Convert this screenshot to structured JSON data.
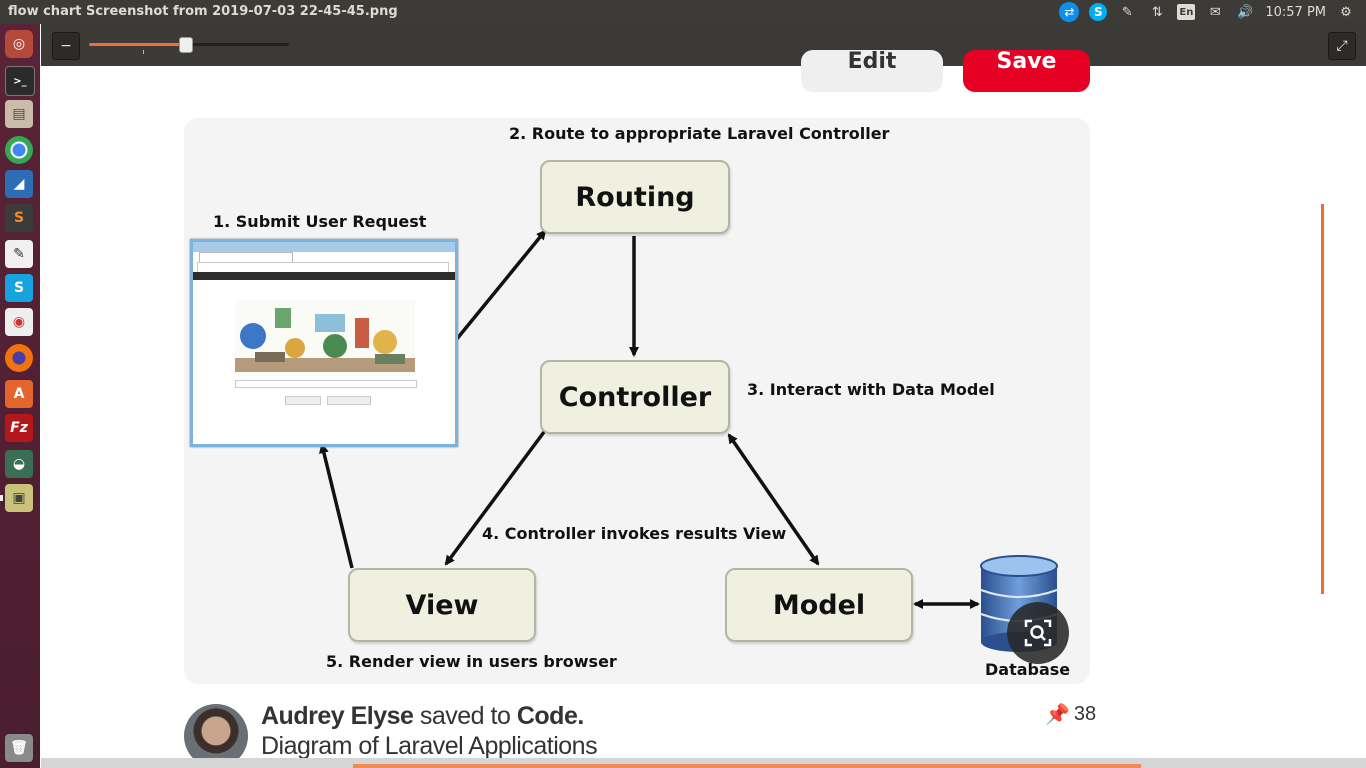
{
  "window": {
    "title": "flow chart Screenshot from 2019-07-03 22-45-45.png"
  },
  "tray": {
    "teamviewer_icon": "teamviewer-icon",
    "skype_icon": "skype-icon",
    "attach_icon": "paperclip-icon",
    "network_icon": "network-arrows-icon",
    "language": "En",
    "mail_icon": "mail-icon",
    "volume_icon": "volume-icon",
    "clock": "10:57 PM",
    "settings_icon": "gear-icon"
  },
  "viewer": {
    "zoom_fraction": 0.48
  },
  "launcher": {
    "items": [
      "ubuntu-dash-icon",
      "terminal-icon",
      "files-icon",
      "chrome-icon",
      "vscode-icon",
      "sublime-icon",
      "text-editor-icon",
      "skype-icon",
      "gnome-screenshot-icon",
      "firefox-icon",
      "software-center-icon",
      "filezilla-icon",
      "android-studio-icon",
      "image-viewer-icon",
      "trash-icon"
    ]
  },
  "pin": {
    "edit_label": "Edit",
    "save_label": "Save",
    "diagram": {
      "step1": "1. Submit User Request",
      "step2": "2. Route to appropriate Laravel Controller",
      "step3": "3. Interact with Data Model",
      "step4": "4. Controller invokes results View",
      "step5": "5. Render view in users browser",
      "routing": "Routing",
      "controller": "Controller",
      "view": "View",
      "model": "Model",
      "database": "Database"
    },
    "author": "Audrey Elyse",
    "saved_to": "saved to",
    "board": "Code.",
    "title": "Diagram of Laravel Applications",
    "saves": "38"
  }
}
